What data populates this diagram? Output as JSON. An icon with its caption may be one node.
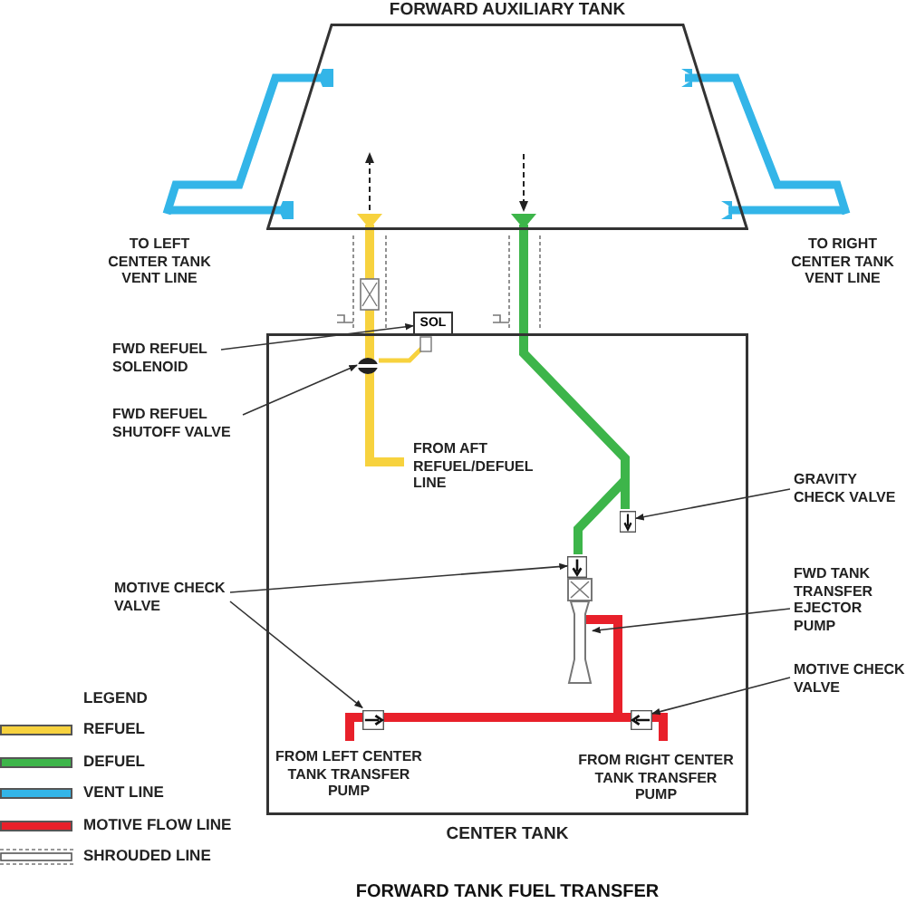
{
  "diagram": {
    "caption": "FORWARD TANK FUEL TRANSFER",
    "nodes": [
      {
        "text": [
          "FORWARD AUXILIARY TANK"
        ]
      },
      {
        "text": [
          "CENTER TANK"
        ]
      },
      {
        "text": [
          "SOL"
        ]
      },
      {
        "text": [
          "FWD REFUEL SOLENOID"
        ]
      },
      {
        "text": [],
        "shape": "circle",
        "in": 1
      },
      {
        "text": [
          "FWD REFUEL SHUTOFF VALVE"
        ]
      },
      {
        "text": [
          "GRAVITY CHECK VALVE"
        ]
      },
      {
        "text": [],
        "shape": "box",
        "in": 1
      },
      {
        "text": [
          "MOTIVE CHECK VALVE"
        ]
      },
      {
        "text": [],
        "shape": "box",
        "in": 1
      },
      {
        "text": [
          "FWD TANK TRANSFER EJECTOR PUMP"
        ]
      },
      {
        "text": [],
        "shape": "picture",
        "in": 1
      },
      {
        "text": [],
        "shape": "box",
        "in": 1
      },
      {
        "text": [
          "MOTIVE CHECK VALVE"
        ]
      },
      {
        "text": [],
        "shape": "box",
        "in": 1
      }
    ],
    "edges": [
      {
        "from": 3,
        "to": 2,
        "arrow": "to"
      },
      {
        "from": 5,
        "to": 4,
        "arrow": "to"
      },
      {
        "from": 6,
        "to": 7,
        "arrow": "to"
      },
      {
        "from": 8,
        "to": 9,
        "arrow": "to"
      },
      {
        "from": 8,
        "to": 12,
        "arrow": "to"
      },
      {
        "from": 10,
        "to": 11,
        "arrow": "to"
      },
      {
        "from": 13,
        "to": 14,
        "arrow": "to"
      }
    ],
    "labels": [
      "TO LEFT CENTER TANK VENT LINE",
      "TO RIGHT CENTER TANK VENT LINE",
      "FROM AFT REFUEL/DEFUEL LINE",
      "FROM LEFT CENTER TANK TRANSFER PUMP",
      "FROM RIGHT CENTER TANK TRANSFER PUMP",
      "LEGEND"
    ],
    "legend": [
      {
        "text": "REFUEL",
        "color": "#f7d23e"
      },
      {
        "text": "DEFUEL",
        "color": "#3db54a"
      },
      {
        "text": "VENT LINE",
        "color": "#33b5e8"
      },
      {
        "text": "MOTIVE FLOW LINE",
        "color": "#e8202a"
      },
      {
        "text": "SHROUDED LINE"
      }
    ]
  }
}
